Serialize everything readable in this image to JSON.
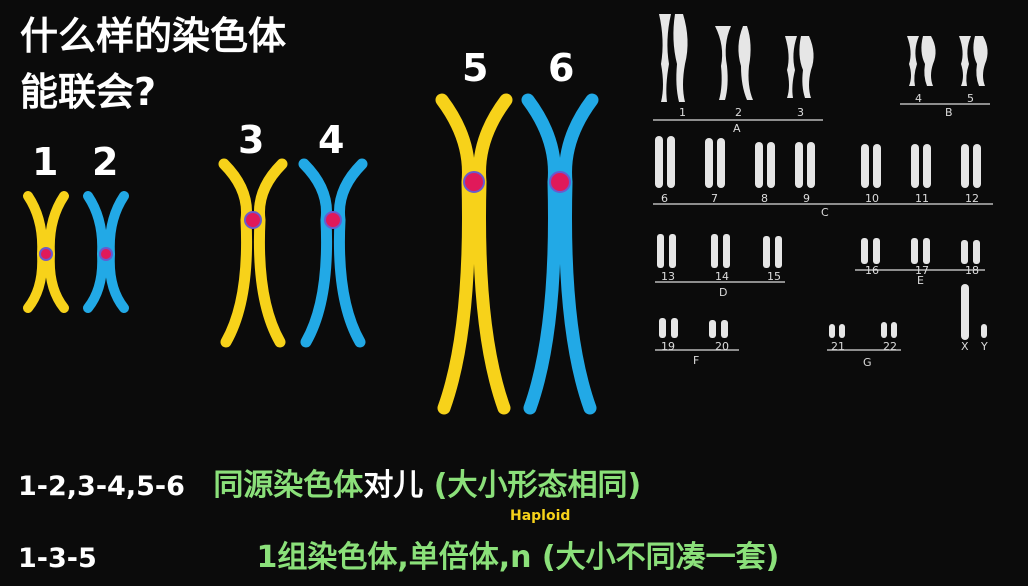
{
  "title": {
    "line1": "什么样的染色体",
    "line2": "能联会?"
  },
  "chromosome_numbers": [
    "1",
    "2",
    "3",
    "4",
    "5",
    "6"
  ],
  "colors": {
    "yellow": "#f7d21a",
    "blue": "#22a9e6",
    "centromere": "#e0195a",
    "green_text": "#8be07a",
    "haploid_label": "#f7d21a"
  },
  "karyotype": {
    "numbers": [
      "1",
      "2",
      "3",
      "4",
      "5",
      "6",
      "7",
      "8",
      "9",
      "10",
      "11",
      "12",
      "13",
      "14",
      "15",
      "16",
      "17",
      "18",
      "19",
      "20",
      "21",
      "22",
      "X",
      "Y"
    ],
    "groups": [
      "A",
      "B",
      "C",
      "D",
      "E",
      "F",
      "G"
    ]
  },
  "rows": [
    {
      "label": "1-2,3-4,5-6",
      "green": "同源染色体",
      "white": "对儿",
      "green_tail": " (大小形态相同)"
    },
    {
      "label": "1-3-5",
      "green": "1组染色体,单倍体,n (大小不同凑一套)"
    }
  ],
  "haploid_label": "Haploid"
}
